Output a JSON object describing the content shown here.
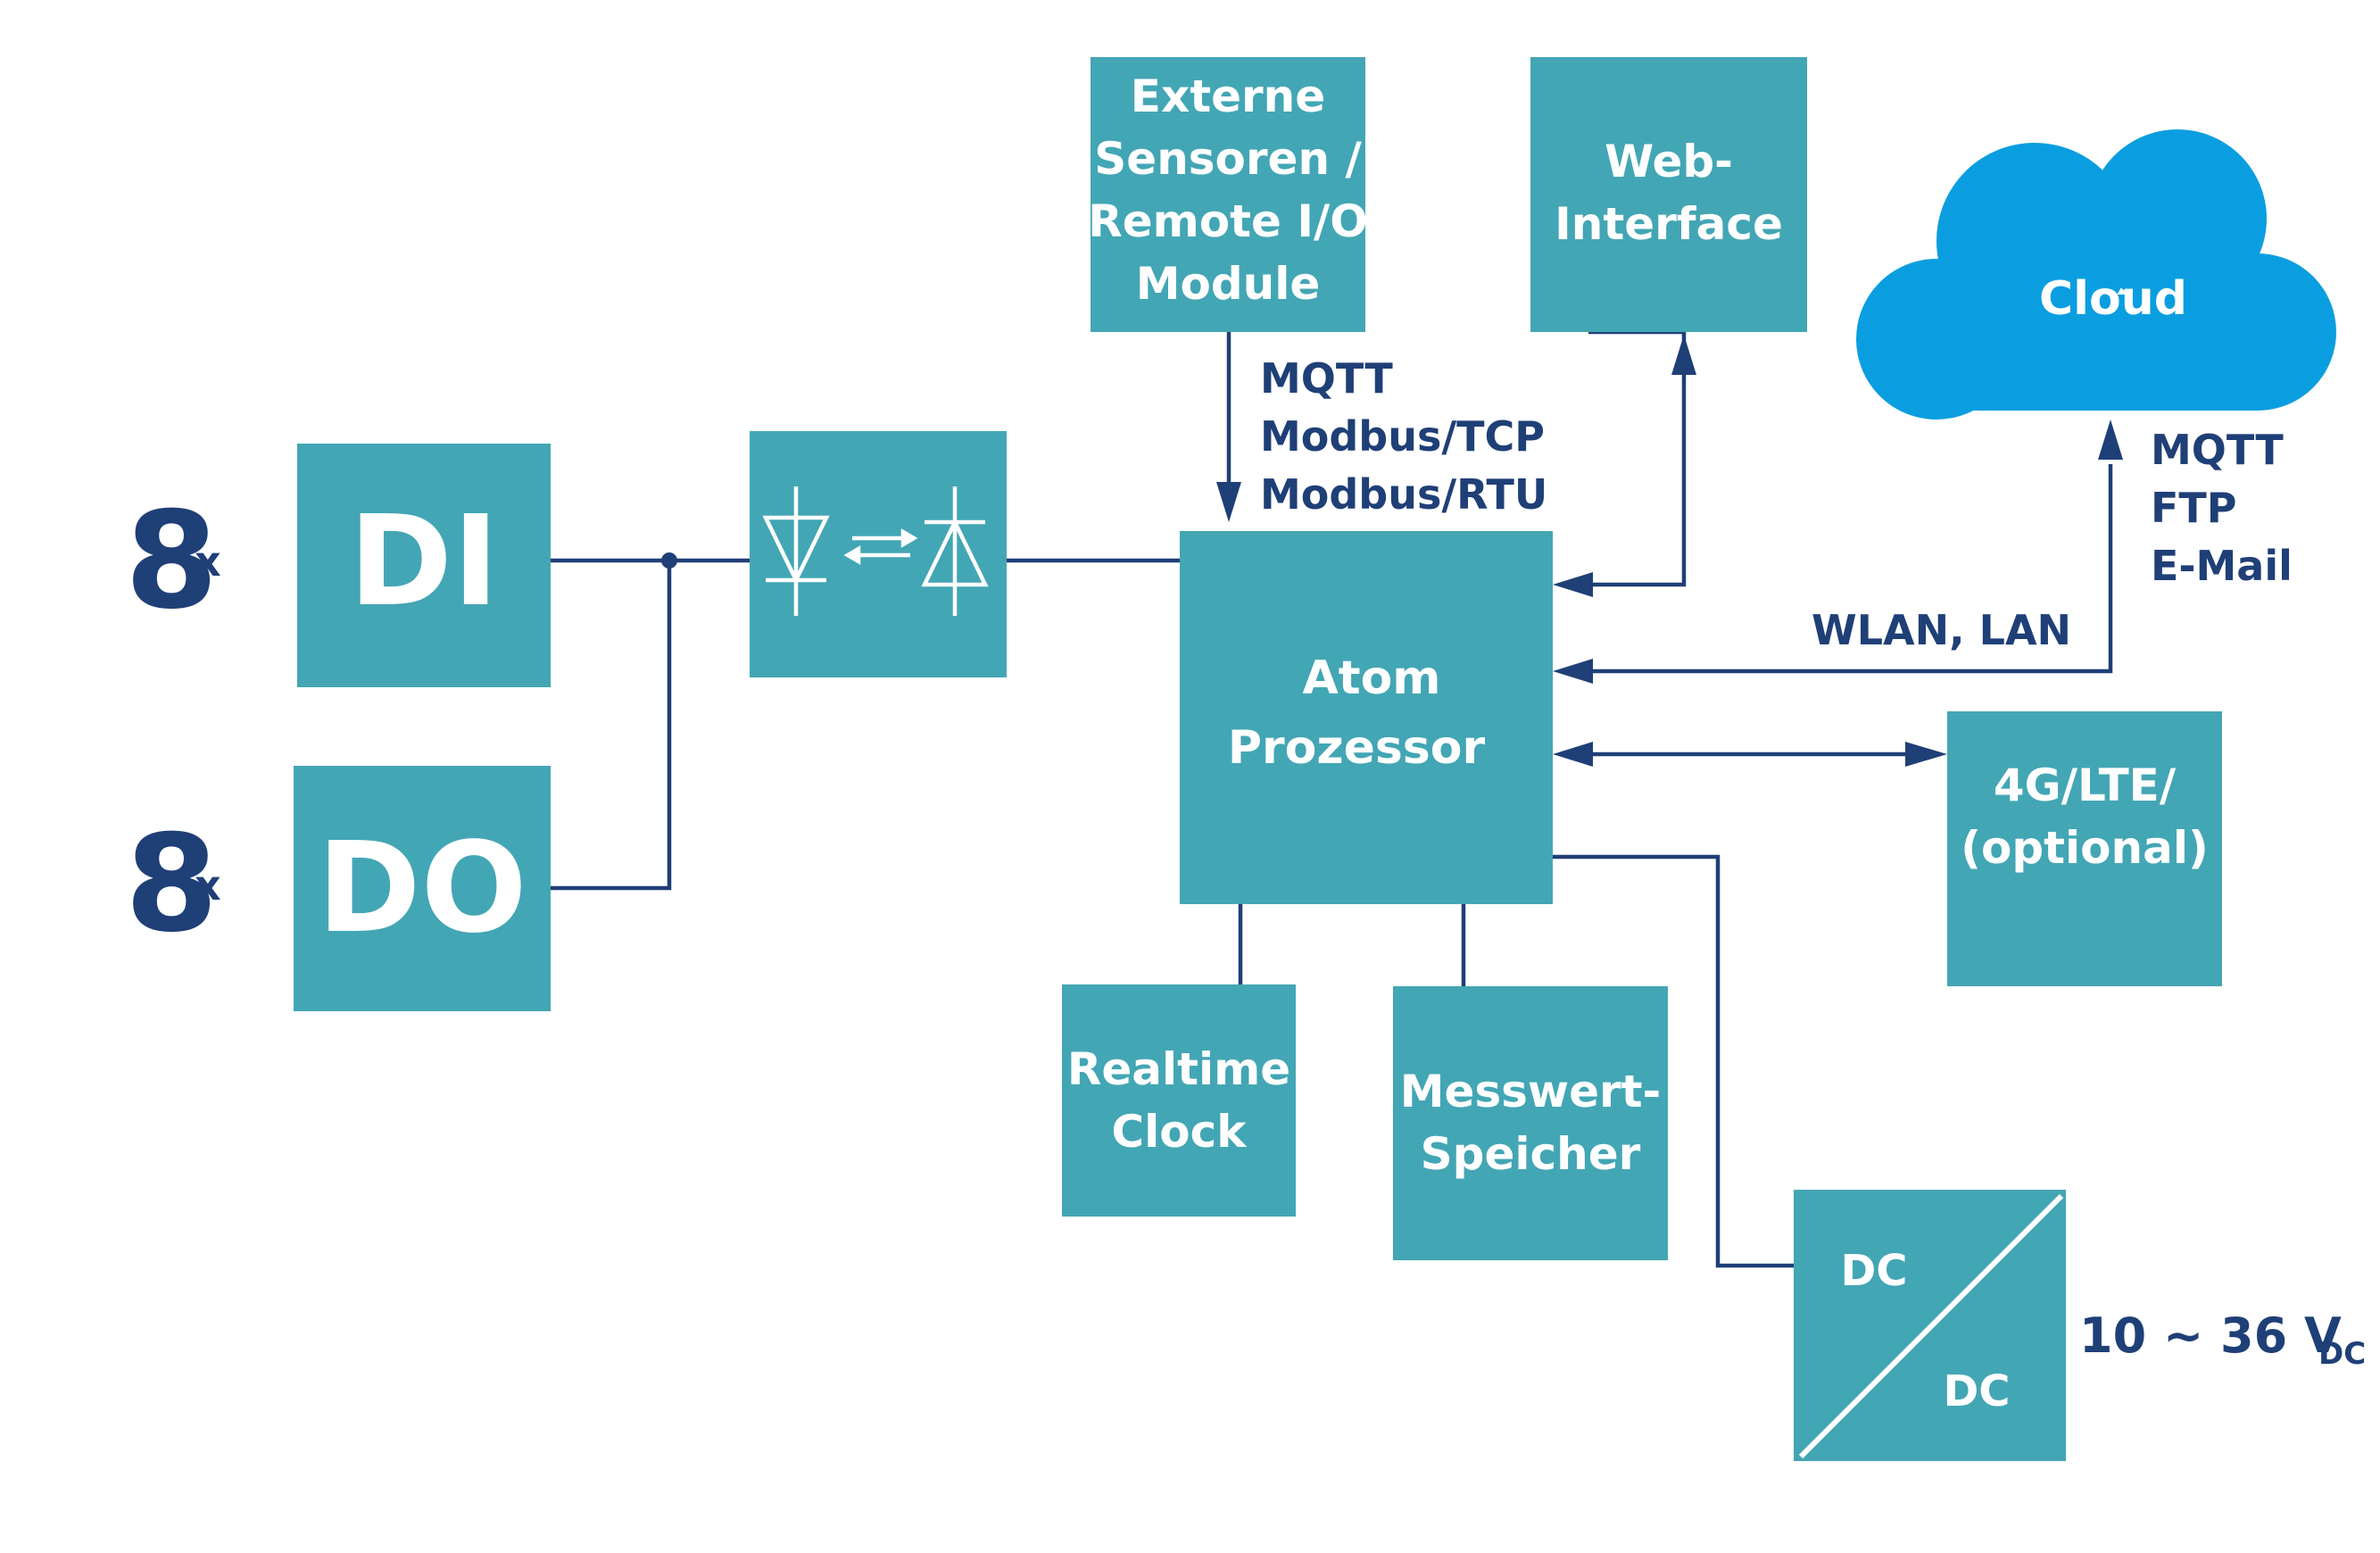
{
  "colors": {
    "box": "#43a6b4",
    "line": "#1f3f77",
    "cloud": "#0a9ee0",
    "text_on_box": "#ffffff",
    "label": "#1f3f77"
  },
  "io": {
    "di_count": "8",
    "di_sup": "x",
    "di_label": "DI",
    "do_count": "8",
    "do_sup": "x",
    "do_label": "DO"
  },
  "blocks": {
    "external_sensors": [
      "Externe",
      "Sensoren /",
      "Remote I/O",
      "Module"
    ],
    "web_interface": [
      "Web-",
      "Interface"
    ],
    "cloud": "Cloud",
    "processor": [
      "Atom",
      "Prozessor"
    ],
    "lte": [
      "4G/LTE/",
      "(optional)"
    ],
    "rtc": [
      "Realtime",
      "Clock"
    ],
    "storage": [
      "Messwert-",
      "Speicher"
    ],
    "dcdc_top": "DC",
    "dcdc_bottom": "DC"
  },
  "labels": {
    "sensor_protocols": [
      "MQTT",
      "Modbus/TCP",
      "Modbus/RTU"
    ],
    "cloud_protocols": [
      "MQTT",
      "FTP",
      "E-Mail"
    ],
    "network": "WLAN, LAN",
    "voltage": "10 ~ 36 V",
    "voltage_sub": "DC"
  },
  "icons": {
    "isolator": "optocoupler-icon"
  }
}
